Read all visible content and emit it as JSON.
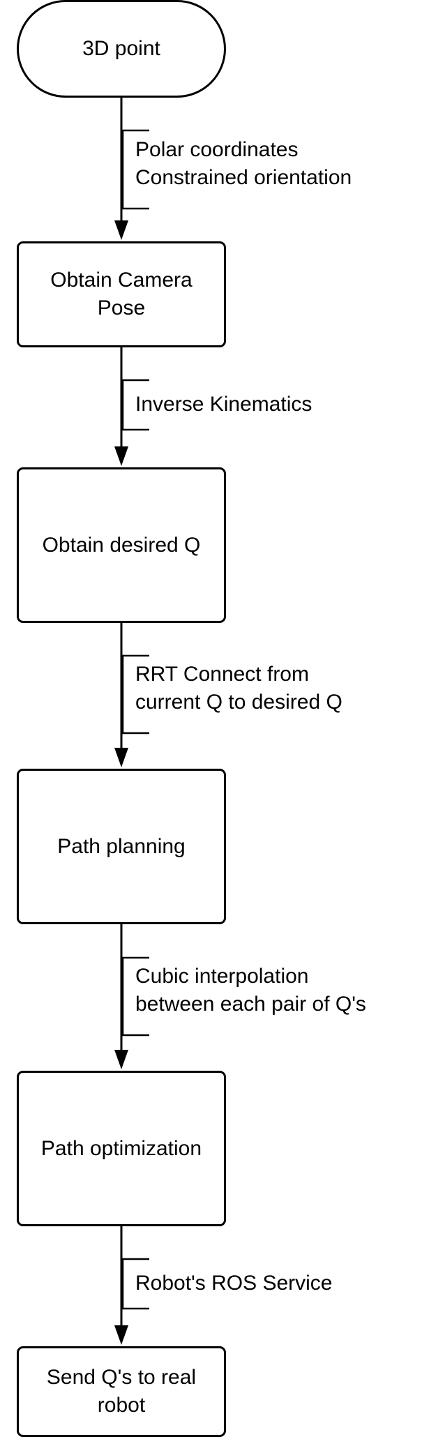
{
  "diagram": {
    "nodes": [
      {
        "id": "start",
        "label": "3D point",
        "shape": "terminal"
      },
      {
        "id": "camera-pose",
        "label": "Obtain Camera\nPose",
        "shape": "process"
      },
      {
        "id": "desired-q",
        "label": "Obtain desired Q",
        "shape": "process"
      },
      {
        "id": "path-planning",
        "label": "Path planning",
        "shape": "process"
      },
      {
        "id": "path-optimization",
        "label": "Path optimization",
        "shape": "process"
      },
      {
        "id": "send",
        "label": "Send Q's to real\nrobot",
        "shape": "process"
      }
    ],
    "edges": [
      {
        "from": "start",
        "to": "camera-pose",
        "annotation": "Polar coordinates\nConstrained orientation"
      },
      {
        "from": "camera-pose",
        "to": "desired-q",
        "annotation": "Inverse Kinematics"
      },
      {
        "from": "desired-q",
        "to": "path-planning",
        "annotation": "RRT Connect from\ncurrent Q to desired Q"
      },
      {
        "from": "path-planning",
        "to": "path-optimization",
        "annotation": "Cubic interpolation\nbetween each pair of Q's"
      },
      {
        "from": "path-optimization",
        "to": "send",
        "annotation": "Robot's ROS Service"
      }
    ],
    "colors": {
      "stroke": "#000000",
      "fill": "#ffffff",
      "text": "#000000"
    }
  }
}
